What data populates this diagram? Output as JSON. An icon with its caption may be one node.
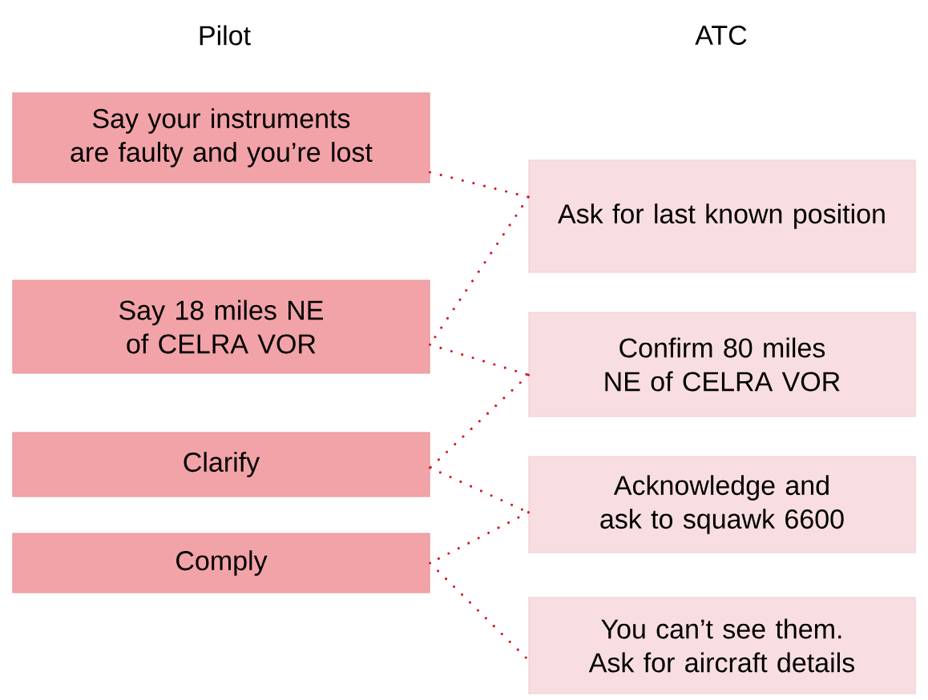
{
  "diagram": {
    "nodes": [
      {
        "text": [
          "Say your instruments are faulty and you’re lost"
        ]
      },
      {
        "text": [
          "Say 18 miles NE of CELRA VOR"
        ]
      },
      {
        "text": [
          "Clarify"
        ]
      },
      {
        "text": [
          "Comply"
        ]
      },
      {
        "text": [
          "Ask for last known position"
        ]
      },
      {
        "text": [
          "Confirm 80 miles NE of CELRA VOR"
        ]
      },
      {
        "text": [
          "Acknowledge and ask to squawk 6600"
        ]
      },
      {
        "text": [
          "You can’t see them. Ask for aircraft details"
        ]
      }
    ],
    "edges": [
      {
        "from": 0,
        "to": 4,
        "arrow": "none"
      },
      {
        "from": 4,
        "to": 1,
        "arrow": "none"
      },
      {
        "from": 1,
        "to": 5,
        "arrow": "none"
      },
      {
        "from": 5,
        "to": 2,
        "arrow": "none"
      },
      {
        "from": 2,
        "to": 6,
        "arrow": "none"
      },
      {
        "from": 6,
        "to": 3,
        "arrow": "none"
      },
      {
        "from": 3,
        "to": 7,
        "arrow": "none"
      }
    ],
    "labels": [
      "Pilot",
      "ATC"
    ]
  }
}
